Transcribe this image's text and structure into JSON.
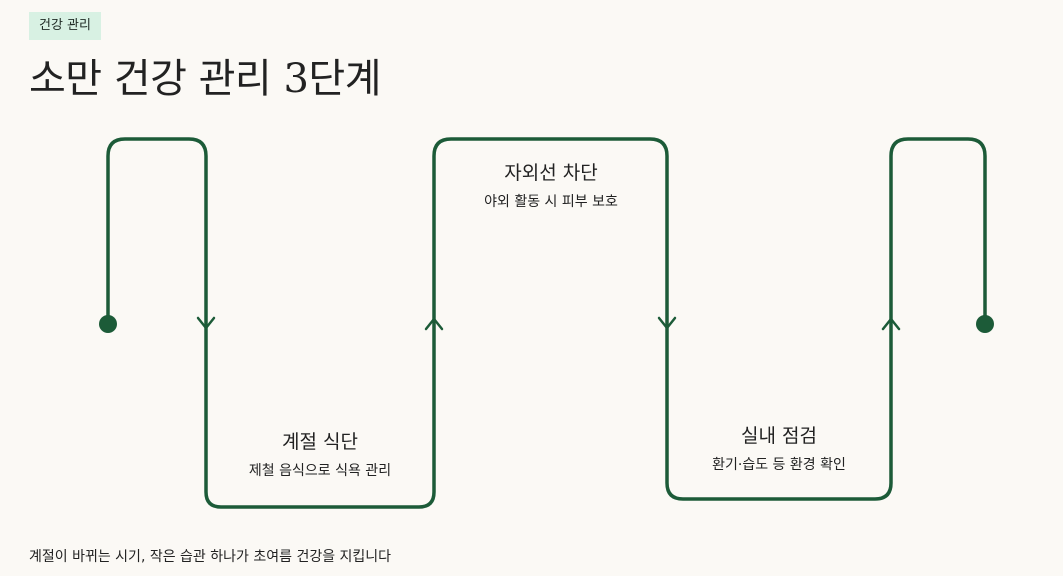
{
  "header": {
    "badge": "건강 관리",
    "title": "소만 건강 관리 3단계"
  },
  "steps": [
    {
      "title": "계절 식단",
      "desc": "제철 음식으로 식욕 관리"
    },
    {
      "title": "자외선 차단",
      "desc": "야외 활동 시 피부 보호"
    },
    {
      "title": "실내 점검",
      "desc": "환기·습도 등 환경 확인"
    }
  ],
  "footer": {
    "text": "계절이 바뀌는 시기, 작은 습관 하나가 초여름 건강을 지킵니다"
  },
  "colors": {
    "line": "#1c5b38",
    "background": "#fbf9f5",
    "badge": "#d8f1e3"
  }
}
